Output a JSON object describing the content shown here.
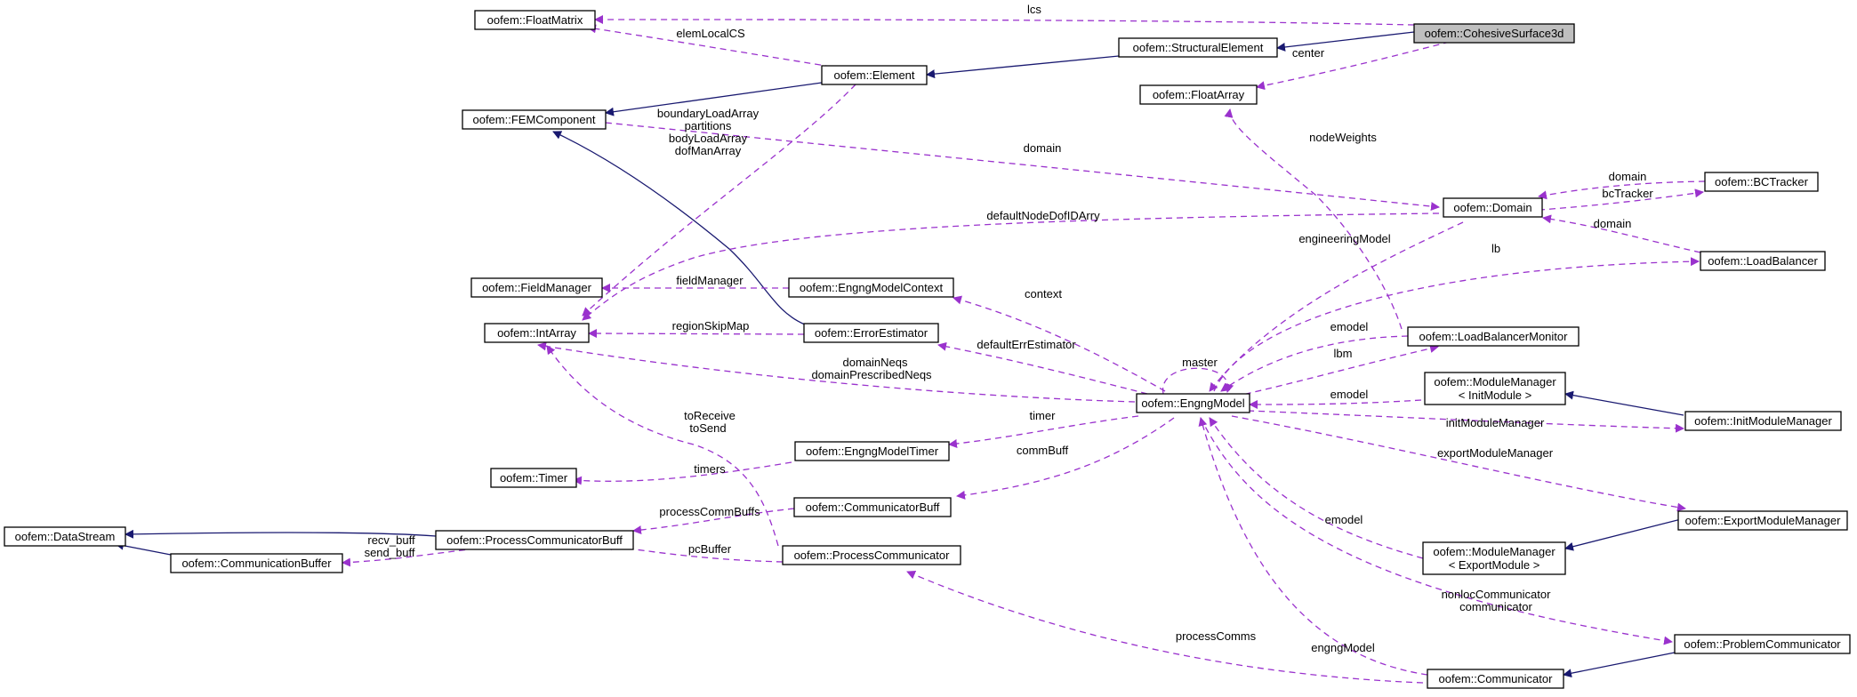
{
  "nodes": {
    "cohesive": "oofem::CohesiveSurface3d",
    "floatmatrix": "oofem::FloatMatrix",
    "structural": "oofem::StructuralElement",
    "element": "oofem::Element",
    "floatarray": "oofem::FloatArray",
    "femcomp": "oofem::FEMComponent",
    "domain": "oofem::Domain",
    "bctracker": "oofem::BCTracker",
    "loadbalancer": "oofem::LoadBalancer",
    "fieldmanager": "oofem::FieldManager",
    "ctx": "oofem::EngngModelContext",
    "intarray": "oofem::IntArray",
    "errest": "oofem::ErrorEstimator",
    "lbmonitor": "oofem::LoadBalancerMonitor",
    "engng": "oofem::EngngModel",
    "mminit_1": "oofem::ModuleManager",
    "mminit_2": "< InitModule >",
    "initmm": "oofem::InitModuleManager",
    "timer": "oofem::Timer",
    "engtimer": "oofem::EngngModelTimer",
    "commbuff": "oofem::CommunicatorBuff",
    "exportmm": "oofem::ExportModuleManager",
    "datastream": "oofem::DataStream",
    "pcb": "oofem::ProcessCommunicatorBuff",
    "combuf": "oofem::CommunicationBuffer",
    "pc": "oofem::ProcessCommunicator",
    "mmexp_1": "oofem::ModuleManager",
    "mmexp_2": "< ExportModule >",
    "probcomm": "oofem::ProblemCommunicator",
    "comm": "oofem::Communicator"
  },
  "labels": {
    "lcs": "lcs",
    "center": "center",
    "elemLocalCS": "elemLocalCS",
    "boundaryLoadArray": "boundaryLoadArray",
    "partitions": "partitions",
    "bodyLoadArray": "bodyLoadArray",
    "dofManArray": "dofManArray",
    "domain_fem": "domain",
    "nodeWeights": "nodeWeights",
    "domain_bc": "domain",
    "bcTracker": "bcTracker",
    "defaultNodeDofIDArry": "defaultNodeDofIDArry",
    "domain_lb": "domain",
    "engineeringModel": "engineeringModel",
    "lb": "lb",
    "fieldManager": "fieldManager",
    "context": "context",
    "regionSkipMap": "regionSkipMap",
    "emodel_lbm": "emodel",
    "defaultErrEstimator": "defaultErrEstimator",
    "master": "master",
    "lbm": "lbm",
    "domainNeqs": "domainNeqs",
    "domainPrescribedNeqs": "domainPrescribedNeqs",
    "emodel_init": "emodel",
    "toReceive": "toReceive",
    "toSend": "toSend",
    "timer": "timer",
    "initModuleManager": "initModuleManager",
    "exportModuleManager": "exportModuleManager",
    "timers": "timers",
    "commBuff": "commBuff",
    "processCommBuffs": "processCommBuffs",
    "emodel_exp": "emodel",
    "recv_buff": "recv_buff",
    "send_buff": "send_buff",
    "pcBuffer": "pcBuffer",
    "nonlocCommunicator": "nonlocCommunicator",
    "communicator": "communicator",
    "processComms": "processComms",
    "engngModel": "engngModel"
  },
  "colors": {
    "inheritance_edge": "#191970",
    "usage_edge": "#9a32cd",
    "focus_node_fill": "#bfbfbf"
  }
}
